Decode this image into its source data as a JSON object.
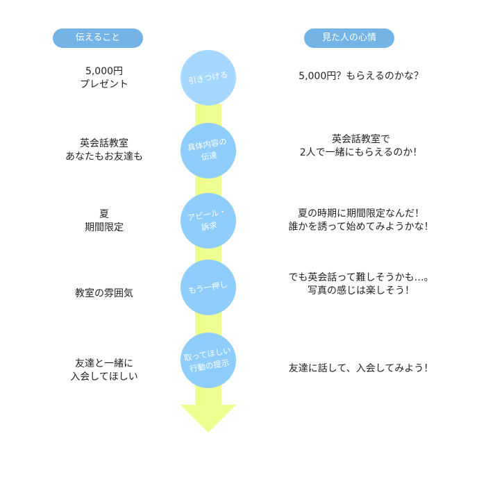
{
  "headers": {
    "left": "伝えること",
    "right": "見た人の心情"
  },
  "colors": {
    "header": "#74b3e6",
    "circle": "#8fcdfc",
    "circle_first": "#a6d8ff",
    "arrow": "#eeff8f"
  },
  "steps": [
    {
      "stage": "引きつける",
      "message": "5,000円\nプレゼント",
      "feeling": "5,000円？もらえるのかな？"
    },
    {
      "stage": "具体内容の\n伝達",
      "message": "英会話教室\nあなたもお友達も",
      "feeling": "英会話教室で\n2人で一緒にもらえるのか！"
    },
    {
      "stage": "アピール・\n訴求",
      "message": "夏\n期間限定",
      "feeling": "夏の時期に期間限定なんだ！\n誰かを誘って始めてみようかな！"
    },
    {
      "stage": "もう一押し",
      "message": "教室の雰囲気",
      "feeling": "でも英会話って難しそうかも…。\n写真の感じは楽しそう！"
    },
    {
      "stage": "取ってほしい\n行動の提示",
      "message": "友達と一緒に\n入会してほしい",
      "feeling": "友達に話して、入会してみよう！"
    }
  ]
}
